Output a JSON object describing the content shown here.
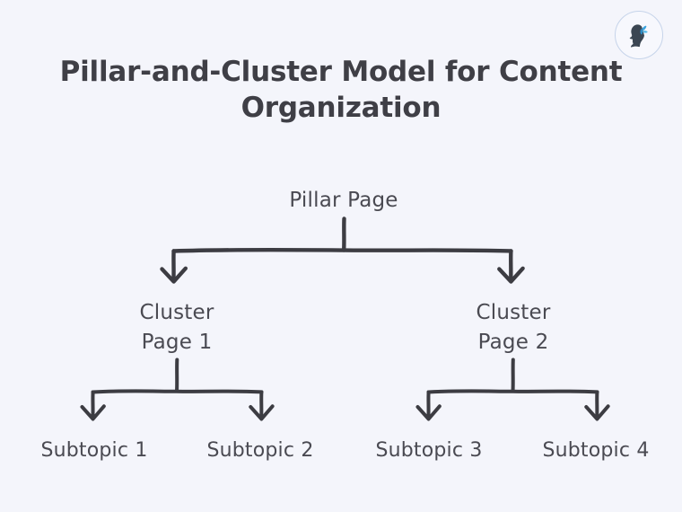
{
  "page": {
    "background_color": "#f4f5fb",
    "title": "Pillar-and-Cluster Model for Content Organization",
    "title_color": "#3f3f46"
  },
  "brand": {
    "avatar_icon": "head-silhouette-with-butterfly-icon",
    "ring_color": "#c6d4ea",
    "silhouette_color": "#3b4652",
    "butterfly_color": "#3ba3dd"
  },
  "diagram": {
    "type": "tree",
    "connector_color": "#3c3c42",
    "node_text_color": "#4a4a52",
    "root": {
      "id": "pillar-page",
      "label": "Pillar Page"
    },
    "clusters": [
      {
        "id": "cluster-page-1",
        "label": "Cluster\nPage 1",
        "children": [
          {
            "id": "subtopic-1",
            "label": "Subtopic 1"
          },
          {
            "id": "subtopic-2",
            "label": "Subtopic 2"
          }
        ]
      },
      {
        "id": "cluster-page-2",
        "label": "Cluster\nPage 2",
        "children": [
          {
            "id": "subtopic-3",
            "label": "Subtopic 3"
          },
          {
            "id": "subtopic-4",
            "label": "Subtopic 4"
          }
        ]
      }
    ]
  }
}
